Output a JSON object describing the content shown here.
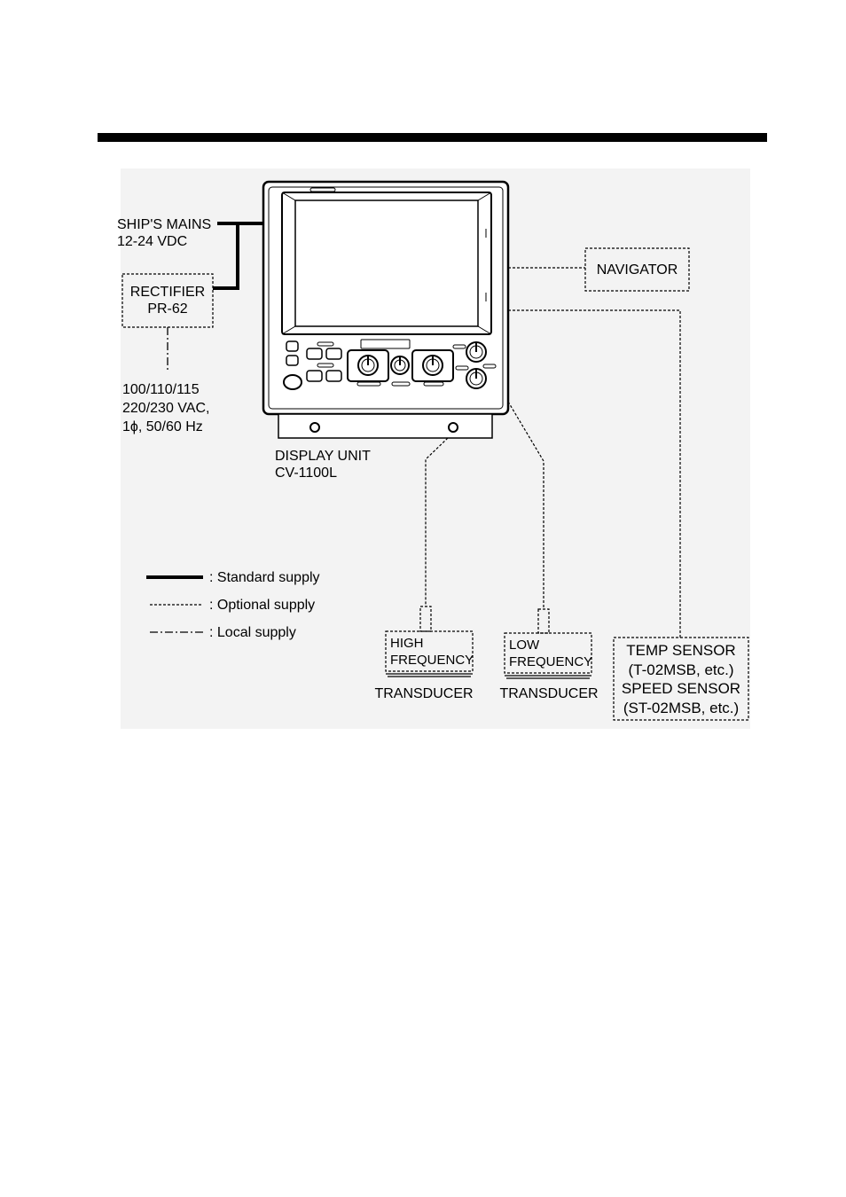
{
  "diagram": {
    "ships_mains": {
      "line1": "SHIP'S MAINS",
      "line2": "12-24 VDC"
    },
    "rectifier": {
      "line1": "RECTIFIER",
      "line2": "PR-62"
    },
    "ac_supply": {
      "line1": "100/110/115",
      "line2": "220/230 VAC,",
      "line3": "1ϕ, 50/60 Hz"
    },
    "display_unit": {
      "line1": "DISPLAY UNIT",
      "line2": "CV-1100L"
    },
    "navigator": "NAVIGATOR",
    "high_freq": {
      "line1": "HIGH",
      "line2": "FREQUENCY",
      "caption": "TRANSDUCER"
    },
    "low_freq": {
      "line1": "LOW",
      "line2": "FREQUENCY",
      "caption": "TRANSDUCER"
    },
    "sensor": {
      "line1": "TEMP SENSOR",
      "line2": "(T-02MSB, etc.)",
      "line3": "SPEED SENSOR",
      "line4": "(ST-02MSB, etc.)"
    },
    "legend": [
      {
        "style": "standard",
        "label": ": Standard supply"
      },
      {
        "style": "optional",
        "label": ": Optional supply"
      },
      {
        "style": "local",
        "label": ": Local supply"
      }
    ]
  }
}
